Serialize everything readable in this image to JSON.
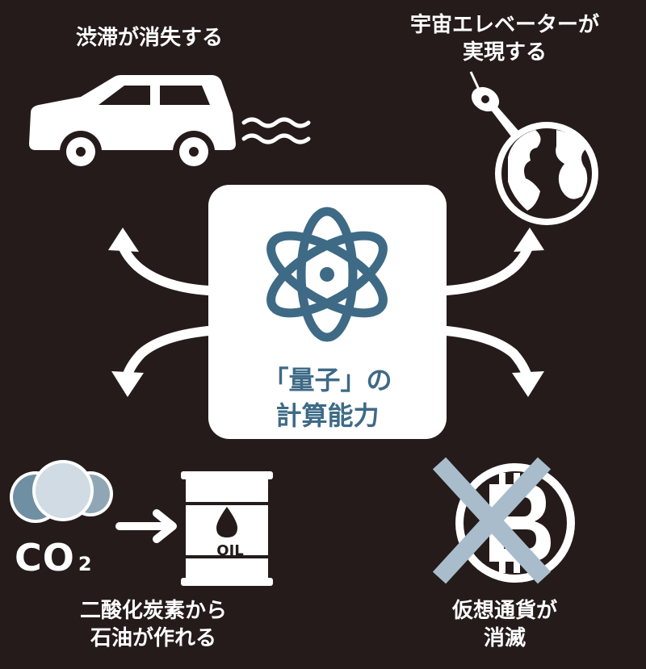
{
  "center": {
    "line1": "「量子」の",
    "line2": "計算能力",
    "icon": "atom-icon"
  },
  "effects": {
    "traffic": {
      "line1": "渋滞が消失する",
      "icon": "car-icon"
    },
    "elevator": {
      "line1": "宇宙エレベーターが",
      "line2": "実現する",
      "icon": "space-elevator-globe-icon"
    },
    "co2": {
      "line1": "二酸化炭素から",
      "line2": "石油が作れる",
      "icon": "co2-to-oil-icon",
      "co2_main": "CO",
      "co2_sub": "2",
      "oil_label": "OIL"
    },
    "crypto": {
      "line1": "仮想通貨が",
      "line2": "消滅",
      "icon": "bitcoin-crossed-icon"
    }
  },
  "colors": {
    "background": "#241b1a",
    "accent": "#3e6a86",
    "cross": "#a9bccb",
    "white": "#ffffff"
  }
}
